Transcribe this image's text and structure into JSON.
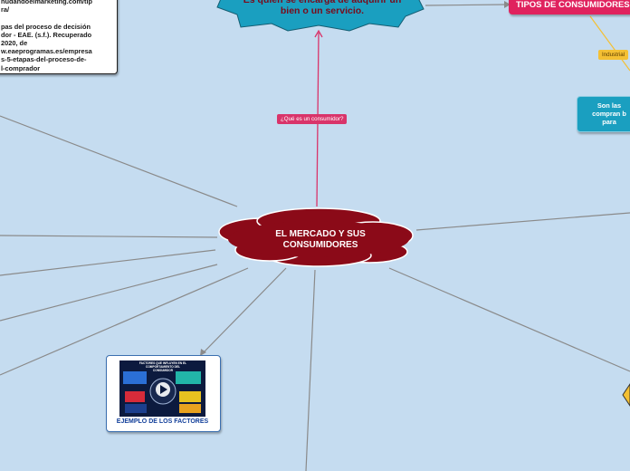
{
  "references": {
    "text": "nudandoelmarketing.com/tip\nra/\n\npas del proceso de decisión\ndor - EAE. (s.f.). Recuperado\n2020, de\nw.eaeprogramas.es/empresa\ns-5-etapas-del-proceso-de-\nl-comprador"
  },
  "definition": {
    "text": "Es quien se encarga de adquirir  un bien o un servicio."
  },
  "question_label": "¿Qué es un consumidor?",
  "center": {
    "text": "EL MERCADO Y SUS CONSUMIDORES"
  },
  "types": {
    "title": "TIPOS DE CONSUMIDORES"
  },
  "industrial_label": "Industrial",
  "son_box": {
    "text": "Son las\ncompran b\npara"
  },
  "image_card": {
    "caption": "EJEMPLO DE LOS FACTORES",
    "thumb_title": "FACTORES QUE INFLUYEN EN EL COMPORTAMIENTO DEL CONSUMIDOR"
  },
  "colors": {
    "background": "#c5dcf0",
    "center_cloud": "#8b0a18",
    "definition_shape": "#1a9fc0",
    "types_box": "#e0225e",
    "son_box": "#1a9fc0",
    "industrial": "#f4c033",
    "links": "#8a8a8a"
  }
}
